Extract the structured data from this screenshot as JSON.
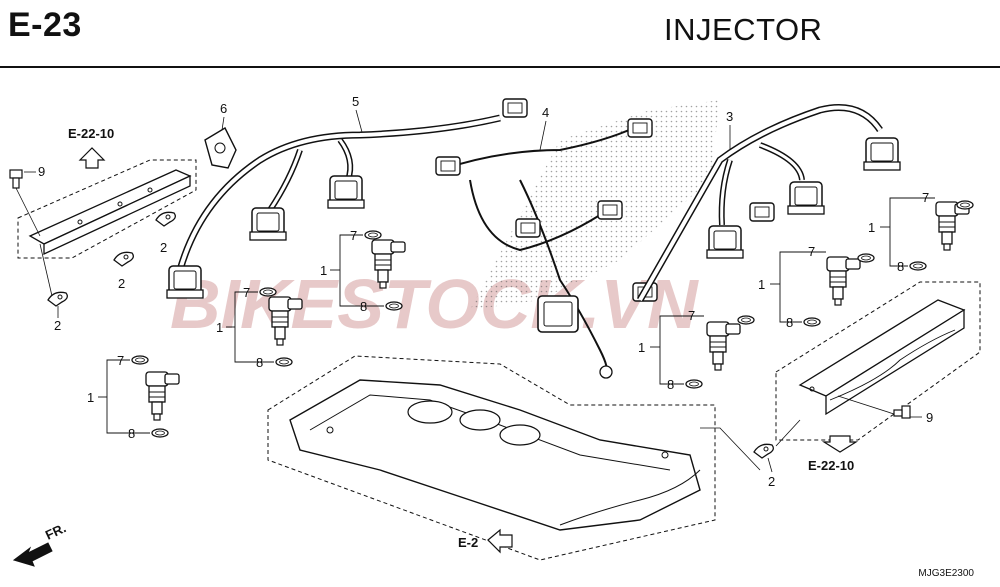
{
  "header": {
    "code": "E-23",
    "title": "INJECTOR"
  },
  "watermark": {
    "text": "BIKESTOCK.VN",
    "color": "#e7c9c9"
  },
  "refs": {
    "upper_left": "E-22-10",
    "lower_right": "E-22-10",
    "bottom": "E-2",
    "front": "FR."
  },
  "part_numbers": {
    "p1": "1",
    "p2": "2",
    "p3": "3",
    "p4": "4",
    "p5": "5",
    "p6": "6",
    "p7": "7",
    "p8": "8",
    "p9": "9"
  },
  "footer": {
    "drawing_id": "MJG3E2300"
  }
}
